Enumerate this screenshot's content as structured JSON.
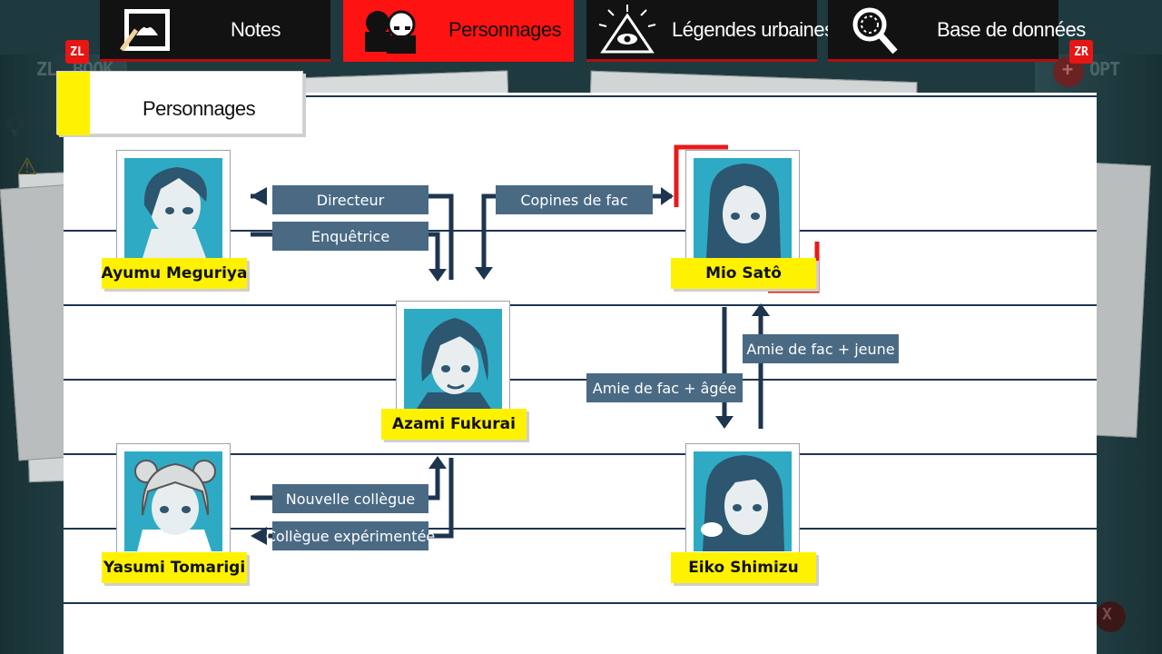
{
  "tabs": [
    {
      "label": "Notes",
      "icon": "notebook-icon",
      "active": false
    },
    {
      "label": "Personnages",
      "icon": "people-icon",
      "active": true
    },
    {
      "label": "Légendes urbaines",
      "icon": "eye-pyramid-icon",
      "active": false
    },
    {
      "label": "Base de données",
      "icon": "magnifier-icon",
      "active": false
    }
  ],
  "shoulder_buttons": {
    "left": "ZL",
    "right": "ZR"
  },
  "background_hints": {
    "left_text": "BOOK",
    "left_key": "ZL",
    "right_text": "OPT",
    "right_key": "+",
    "close_key": "X"
  },
  "page": {
    "title": "Personnages"
  },
  "characters": [
    {
      "name": "Ayumu Meguriya"
    },
    {
      "name": "Mio Satô",
      "selected": true
    },
    {
      "name": "Azami Fukurai"
    },
    {
      "name": "Yasumi Tomarigi"
    },
    {
      "name": "Eiko Shimizu"
    }
  ],
  "relations": [
    {
      "label": "Directeur"
    },
    {
      "label": "Enquêtrice"
    },
    {
      "label": "Copines de fac"
    },
    {
      "label": "Amie de fac + jeune"
    },
    {
      "label": "Amie de fac + âgée"
    },
    {
      "label": "Nouvelle collègue"
    },
    {
      "label": "Collègue expérimentée"
    }
  ],
  "colors": {
    "accent_red": "#ff1212",
    "label_yellow": "#fff200",
    "relation_blue": "#4a6a84",
    "line_navy": "#1e3550",
    "portrait_cyan": "#2faac4"
  }
}
